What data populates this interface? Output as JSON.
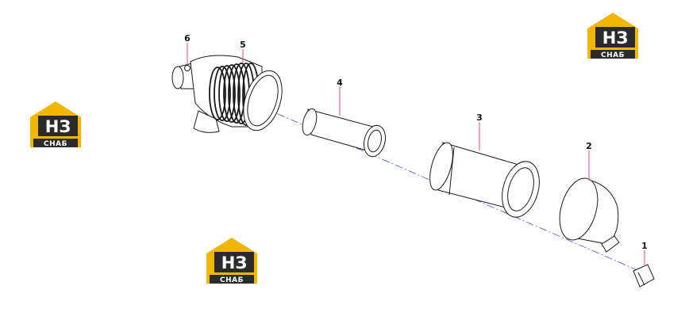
{
  "colors": {
    "brand_yellow": "#f2b705",
    "brand_dark": "#2b2b2b",
    "leader_red": "#e0505a",
    "axis_blue": "#5a64d8",
    "line_dark": "#1a1a1a"
  },
  "logos": [
    {
      "main": "НЗ",
      "sub": "СНАБ"
    },
    {
      "main": "НЗ",
      "sub": "СНАБ"
    },
    {
      "main": "НЗ",
      "sub": "СНАБ"
    }
  ],
  "callouts": {
    "c1": "1",
    "c2": "2",
    "c3": "3",
    "c4": "4",
    "c5": "5",
    "c6": "6"
  }
}
